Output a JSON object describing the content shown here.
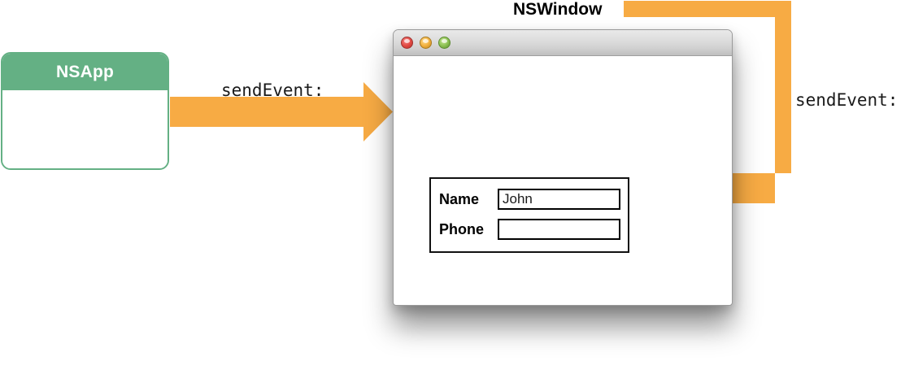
{
  "diagram": {
    "title_nswindow": "NSWindow",
    "colors": {
      "arrow_orange": "#f7ab44",
      "nsapp_green": "#64b084",
      "background": "#ffffff"
    }
  },
  "nsapp": {
    "title": "NSApp"
  },
  "arrows": {
    "left": {
      "label": "sendEvent:",
      "direction": "right",
      "from": "nsapp",
      "to": "nswindow"
    },
    "right": {
      "label": "sendEvent:",
      "direction": "left",
      "from": "nswindow",
      "to": "name-field"
    }
  },
  "window": {
    "traffic_lights": [
      {
        "name": "close",
        "color": "#e24a43"
      },
      {
        "name": "minimize",
        "color": "#f1b03f"
      },
      {
        "name": "zoom",
        "color": "#8cc153"
      }
    ],
    "form": {
      "rows": [
        {
          "label": "Name",
          "value": "John",
          "placeholder": ""
        },
        {
          "label": "Phone",
          "value": "",
          "placeholder": ""
        }
      ]
    }
  }
}
